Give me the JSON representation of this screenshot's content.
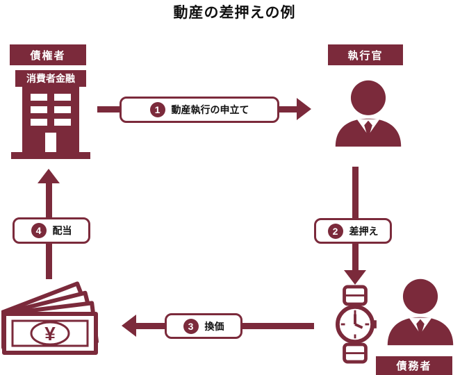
{
  "title": "動産の差押えの例",
  "actors": {
    "creditor": {
      "label": "債権者",
      "building_sign": "消費者金融"
    },
    "officer": {
      "label": "執行官"
    },
    "debtor": {
      "label": "債務者"
    }
  },
  "steps": [
    {
      "num": "1",
      "label": "動産執行の申立て"
    },
    {
      "num": "2",
      "label": "差押え"
    },
    {
      "num": "3",
      "label": "換価"
    },
    {
      "num": "4",
      "label": "配当"
    }
  ],
  "currency_symbol": "¥",
  "colors": {
    "primary": "#7b2a3b",
    "text": "#111111",
    "background": "#ffffff"
  }
}
